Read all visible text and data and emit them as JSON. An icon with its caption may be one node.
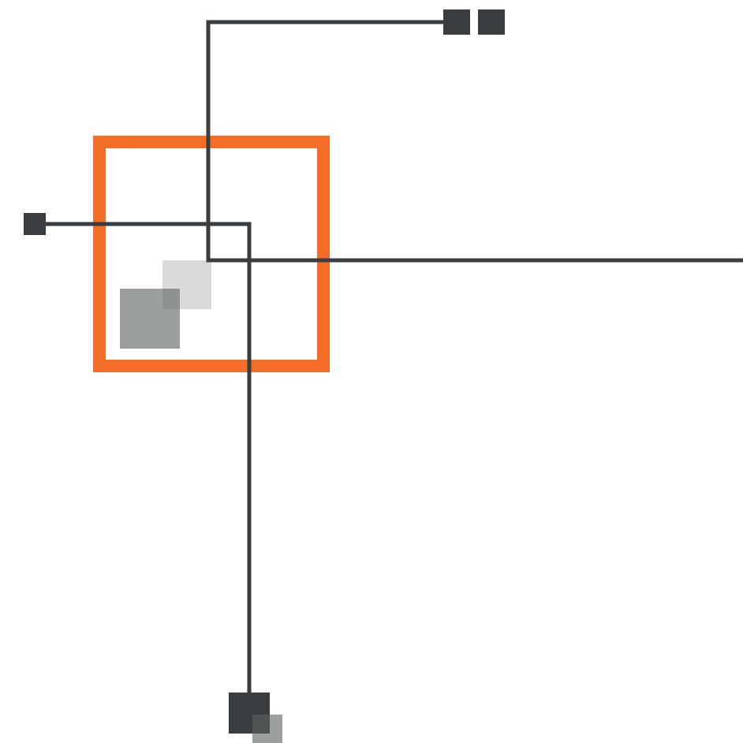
{
  "diagram": {
    "nodes": [
      {
        "text": [],
        "shape": "box"
      },
      {
        "text": [],
        "shape": "box"
      },
      {
        "text": [],
        "shape": "box"
      },
      {
        "text": [],
        "shape": "box"
      },
      {
        "text": [],
        "shape": "box",
        "in": 2
      },
      {
        "text": [],
        "shape": "box",
        "in": 2
      },
      {
        "text": [],
        "shape": "box"
      },
      {
        "text": [],
        "shape": "box"
      }
    ],
    "edges": [
      {
        "from": 0,
        "to": null,
        "arrow": "none"
      },
      {
        "from": 3,
        "to": 6,
        "arrow": "none"
      }
    ]
  }
}
